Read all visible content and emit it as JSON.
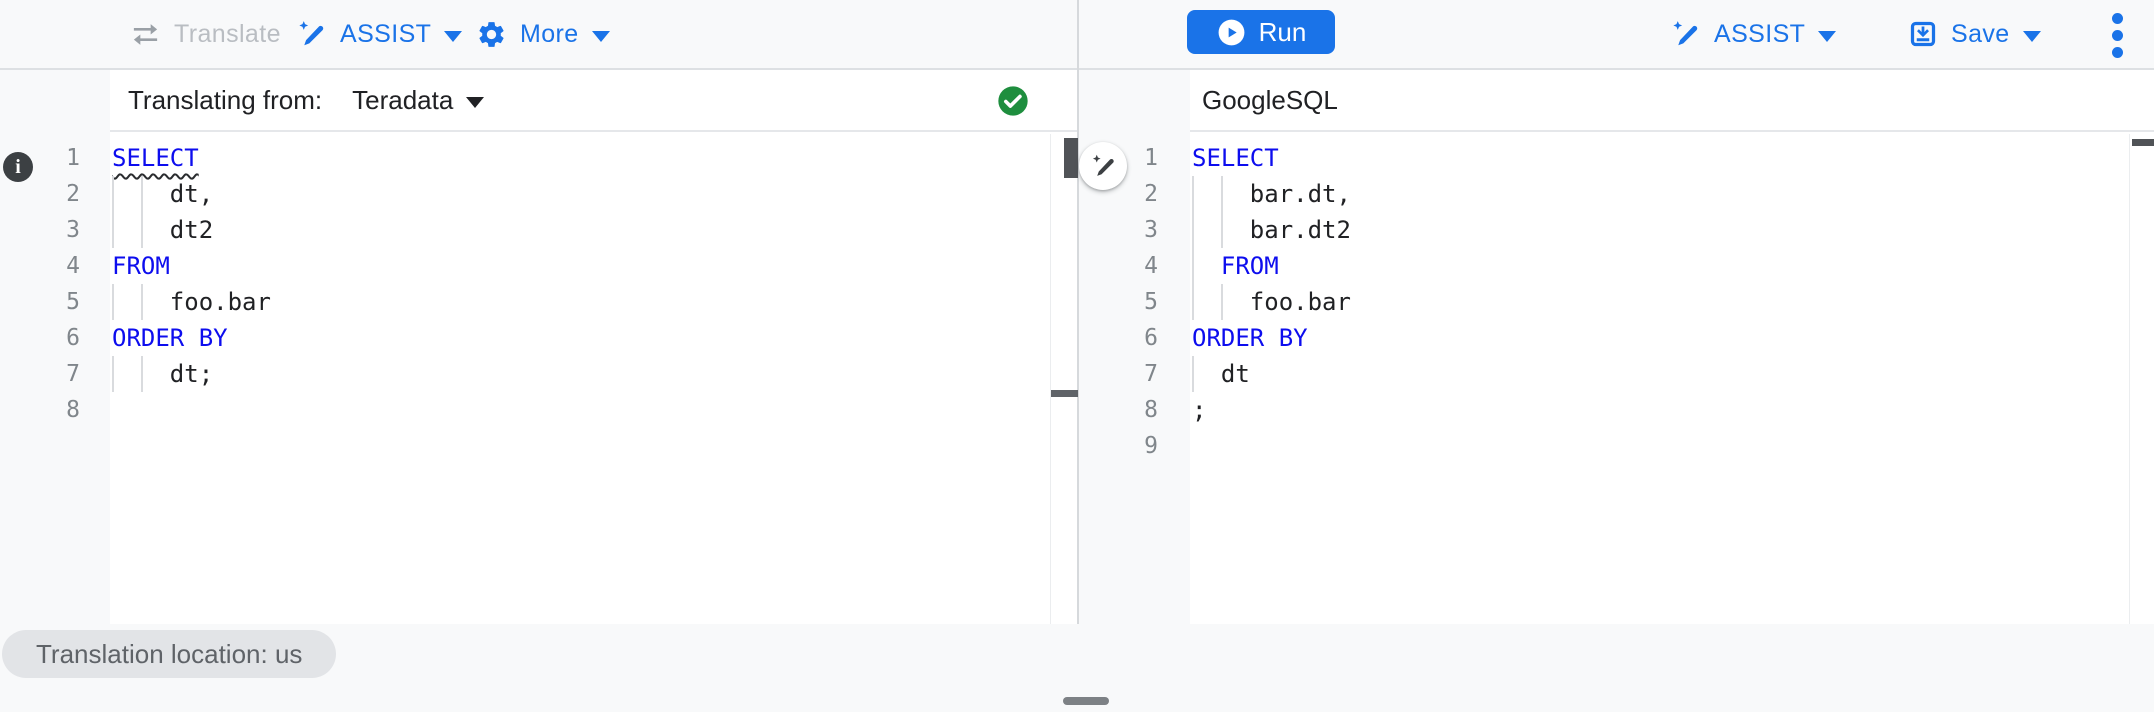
{
  "toolbar_left": {
    "translate": "Translate",
    "assist": "ASSIST",
    "more": "More"
  },
  "toolbar_right": {
    "run": "Run",
    "assist": "ASSIST",
    "save": "Save"
  },
  "left_pane": {
    "header_label": "Translating from:",
    "dialect": "Teradata",
    "status": "translation-success",
    "code": [
      {
        "n": "1",
        "segs": [
          {
            "t": "SELECT",
            "kw": true,
            "squiggly": true
          }
        ],
        "guides": []
      },
      {
        "n": "2",
        "segs": [
          {
            "t": "    dt,"
          }
        ],
        "guides": [
          0,
          2
        ]
      },
      {
        "n": "3",
        "segs": [
          {
            "t": "    dt2"
          }
        ],
        "guides": [
          0,
          2
        ]
      },
      {
        "n": "4",
        "segs": [
          {
            "t": "FROM",
            "kw": true
          }
        ],
        "guides": []
      },
      {
        "n": "5",
        "segs": [
          {
            "t": "    foo.bar"
          }
        ],
        "guides": [
          0,
          2
        ]
      },
      {
        "n": "6",
        "segs": [
          {
            "t": "ORDER BY",
            "kw": true
          }
        ],
        "guides": []
      },
      {
        "n": "7",
        "segs": [
          {
            "t": "    dt;"
          }
        ],
        "guides": [
          0,
          2
        ]
      },
      {
        "n": "8",
        "segs": [],
        "guides": []
      }
    ]
  },
  "right_pane": {
    "header_label": "GoogleSQL",
    "code": [
      {
        "n": "1",
        "segs": [
          {
            "t": "SELECT",
            "kw": true
          }
        ],
        "guides": []
      },
      {
        "n": "2",
        "segs": [
          {
            "t": "    bar.dt,"
          }
        ],
        "guides": [
          0,
          2
        ]
      },
      {
        "n": "3",
        "segs": [
          {
            "t": "    bar.dt2"
          }
        ],
        "guides": [
          0,
          2
        ]
      },
      {
        "n": "4",
        "segs": [
          {
            "t": "  "
          },
          {
            "t": "FROM",
            "kw": true
          }
        ],
        "guides": [
          0
        ]
      },
      {
        "n": "5",
        "segs": [
          {
            "t": "    foo.bar"
          }
        ],
        "guides": [
          0,
          2
        ]
      },
      {
        "n": "6",
        "segs": [
          {
            "t": "ORDER BY",
            "kw": true
          }
        ],
        "guides": []
      },
      {
        "n": "7",
        "segs": [
          {
            "t": "  dt"
          }
        ],
        "guides": [
          0
        ]
      },
      {
        "n": "8",
        "segs": [
          {
            "t": ";"
          }
        ],
        "guides": []
      },
      {
        "n": "9",
        "segs": [],
        "guides": []
      }
    ]
  },
  "footer": {
    "location_chip": "Translation location: us"
  },
  "icons": {
    "translate": "swap-arrows-icon",
    "assist": "magic-pen-icon",
    "more": "gear-icon",
    "run": "play-circle-icon",
    "save": "save-download-icon",
    "overflow": "kebab-menu-icon",
    "source_status": "green-check-icon",
    "line1_marker": "info-icon"
  },
  "colors": {
    "accent_blue": "#1a73e8",
    "keyword_blue": "#0d0dee",
    "success_green": "#1e8e3e",
    "code_text": "#202124",
    "line_number_gray": "#80868b",
    "gutter_bg": "#f8f9fa",
    "chip_bg": "#e2e4e7",
    "chip_text": "#5f6368"
  }
}
